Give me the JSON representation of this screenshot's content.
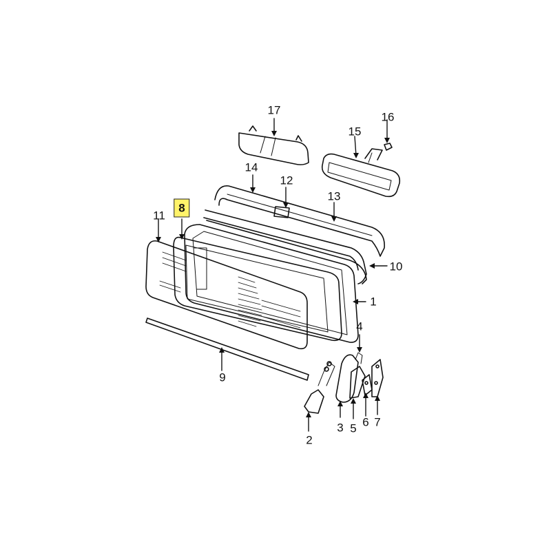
{
  "callouts": [
    {
      "id": "1",
      "label": "1"
    },
    {
      "id": "2",
      "label": "2"
    },
    {
      "id": "3",
      "label": "3"
    },
    {
      "id": "4",
      "label": "4"
    },
    {
      "id": "5",
      "label": "5"
    },
    {
      "id": "6",
      "label": "6"
    },
    {
      "id": "7",
      "label": "7"
    },
    {
      "id": "8",
      "label": "8",
      "highlighted": true
    },
    {
      "id": "9",
      "label": "9"
    },
    {
      "id": "10",
      "label": "10"
    },
    {
      "id": "11",
      "label": "11"
    },
    {
      "id": "12",
      "label": "12"
    },
    {
      "id": "13",
      "label": "13"
    },
    {
      "id": "14",
      "label": "14"
    },
    {
      "id": "15",
      "label": "15"
    },
    {
      "id": "16",
      "label": "16"
    },
    {
      "id": "17",
      "label": "17"
    }
  ],
  "colors": {
    "highlight": "#fff36a",
    "line": "#111111",
    "background": "#ffffff"
  }
}
